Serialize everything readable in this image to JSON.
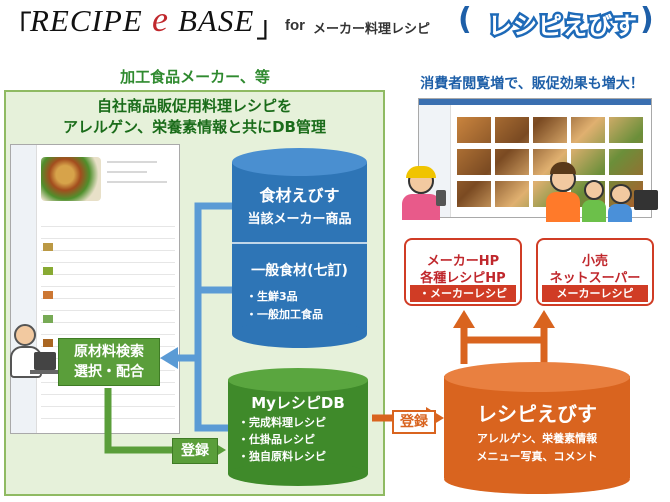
{
  "title": {
    "bracket_open": "「",
    "recipe": "RECIPE",
    "e": "e",
    "base": "BASE",
    "bracket_close": "」",
    "for": "for",
    "subtitle": "メーカー料理レシピ",
    "paren_open": "(",
    "brand": "レシピえびす",
    "paren_close": ")"
  },
  "left": {
    "header": "加工食品メーカー、等",
    "desc_line1": "自社商品販促用料理レシピを",
    "desc_line2": "アレルゲン、栄養素情報と共にDB管理"
  },
  "right": {
    "header": "消費者閲覧増で、販促効果も増大！"
  },
  "db_cylinder": {
    "section1_title": "食材えびす",
    "section1_sub": "当該メーカー商品",
    "section2_title": "一般食材(七訂)",
    "section2_items": [
      "・生鮮3品",
      "・一般加工食品"
    ]
  },
  "my_db": {
    "title": "MyレシピDB",
    "items": [
      "・完成料理レシピ",
      "・仕掛品レシピ",
      "・独自原料レシピ"
    ]
  },
  "search_box": {
    "line1": "原材料検索",
    "line2": "選択・配合"
  },
  "register_left": "登録",
  "register_right": "登録",
  "ebisu_db": {
    "title": "レシピえびす",
    "line1": "アレルゲン、栄養素情報",
    "line2": "メニュー写真、コメント"
  },
  "output_maker": {
    "line1": "メーカーHP",
    "line2": "各種レシピHP",
    "bar": "・メーカーレシピ"
  },
  "output_retail": {
    "line1": "小売",
    "line2": "ネットスーパー",
    "bar": "メーカーレシピ"
  },
  "colors": {
    "title_blue": "#1e5fa8",
    "green_text": "#1a6c1a",
    "panel_bg": "#e6f1da",
    "cyl_blue": "#2e75b6",
    "cyl_green": "#3f8a2a",
    "cyl_orange": "#d9641f",
    "output_red": "#d03c25",
    "arrow_blue": "#5b9bd5",
    "arrow_orange": "#d9641f"
  }
}
